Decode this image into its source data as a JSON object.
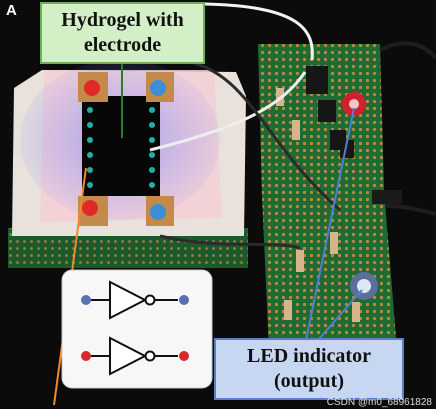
{
  "panel_label": "A",
  "callouts": {
    "hydrogel": {
      "line1": "Hydrogel with",
      "line2": "electrode"
    },
    "led": {
      "line1": "LED indicator",
      "line2": "(output)"
    }
  },
  "watermark": "CSDN @m0_68961828",
  "colors": {
    "green_callout_fill": "#d2efc6",
    "green_callout_border": "#6fae55",
    "blue_callout_fill": "#c7d7f2",
    "blue_callout_border": "#5b7ec9",
    "orange_pointer": "#f08a2a",
    "blue_pointer": "#4f7fd0",
    "electrode_red": "#e02a2a",
    "electrode_blue": "#3a8fd6"
  },
  "icons": [
    "inverter-gate-icon",
    "inverter-gate-icon"
  ]
}
